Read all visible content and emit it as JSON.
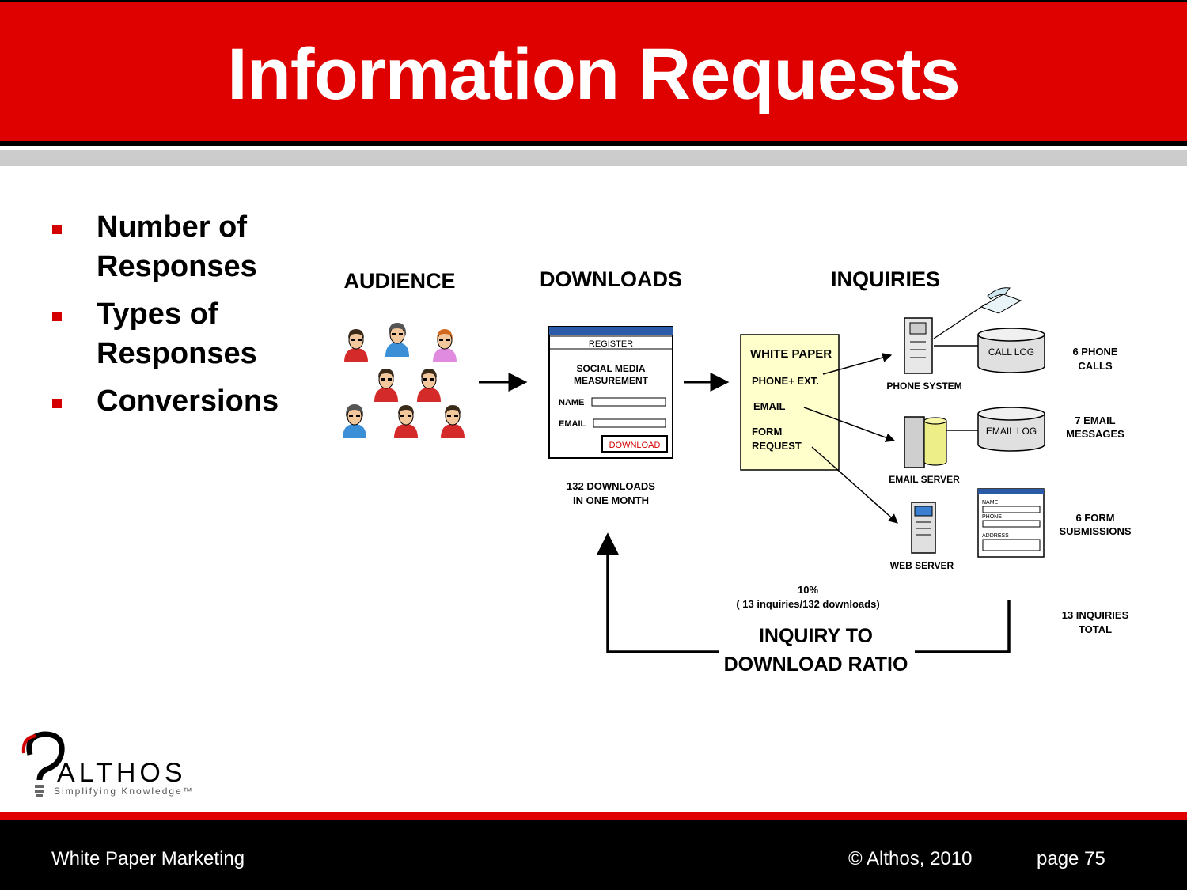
{
  "title": "Information Requests",
  "bullets": [
    "Number of Responses",
    "Types of Responses",
    "Conversions"
  ],
  "diagram": {
    "audience_label": "AUDIENCE",
    "downloads_label": "DOWNLOADS",
    "inquiries_label": "INQUIRIES",
    "form": {
      "header": "REGISTER",
      "title_line1": "SOCIAL MEDIA",
      "title_line2": "MEASUREMENT",
      "name_label": "NAME",
      "email_label": "EMAIL",
      "button": "DOWNLOAD"
    },
    "downloads_caption_line1": "132 DOWNLOADS",
    "downloads_caption_line2": "IN ONE MONTH",
    "white_paper": {
      "title": "WHITE PAPER",
      "phone": "PHONE+ EXT.",
      "email": "EMAIL",
      "form_line1": "FORM",
      "form_line2": "REQUEST"
    },
    "phone_system_label": "PHONE SYSTEM",
    "email_server_label": "EMAIL SERVER",
    "web_server_label": "WEB SERVER",
    "call_log_label": "CALL LOG",
    "email_log_label": "EMAIL LOG",
    "form_fields": [
      "NAME",
      "PHONE",
      "ADDRESS"
    ],
    "phone_calls_line1": "6 PHONE",
    "phone_calls_line2": "CALLS",
    "email_messages_line1": "7 EMAIL",
    "email_messages_line2": "MESSAGES",
    "form_submissions_line1": "6 FORM",
    "form_submissions_line2": "SUBMISSIONS",
    "total_line1": "13 INQUIRIES",
    "total_line2": "TOTAL",
    "ratio_percent": "10%",
    "ratio_detail": "( 13 inquiries/132 downloads)",
    "ratio_label_line1": "INQUIRY TO",
    "ratio_label_line2": "DOWNLOAD RATIO"
  },
  "logo": {
    "name": "ALTHOS",
    "tagline": "Simplifying Knowledge™"
  },
  "footer": {
    "left": "White Paper Marketing",
    "copyright": "© Althos,  2010",
    "page": "page 75"
  },
  "colors": {
    "header_red": "#df0000",
    "bullet_red": "#d40000",
    "paper_yellow": "#ffffcc",
    "server_yellow": "#eeee88"
  }
}
